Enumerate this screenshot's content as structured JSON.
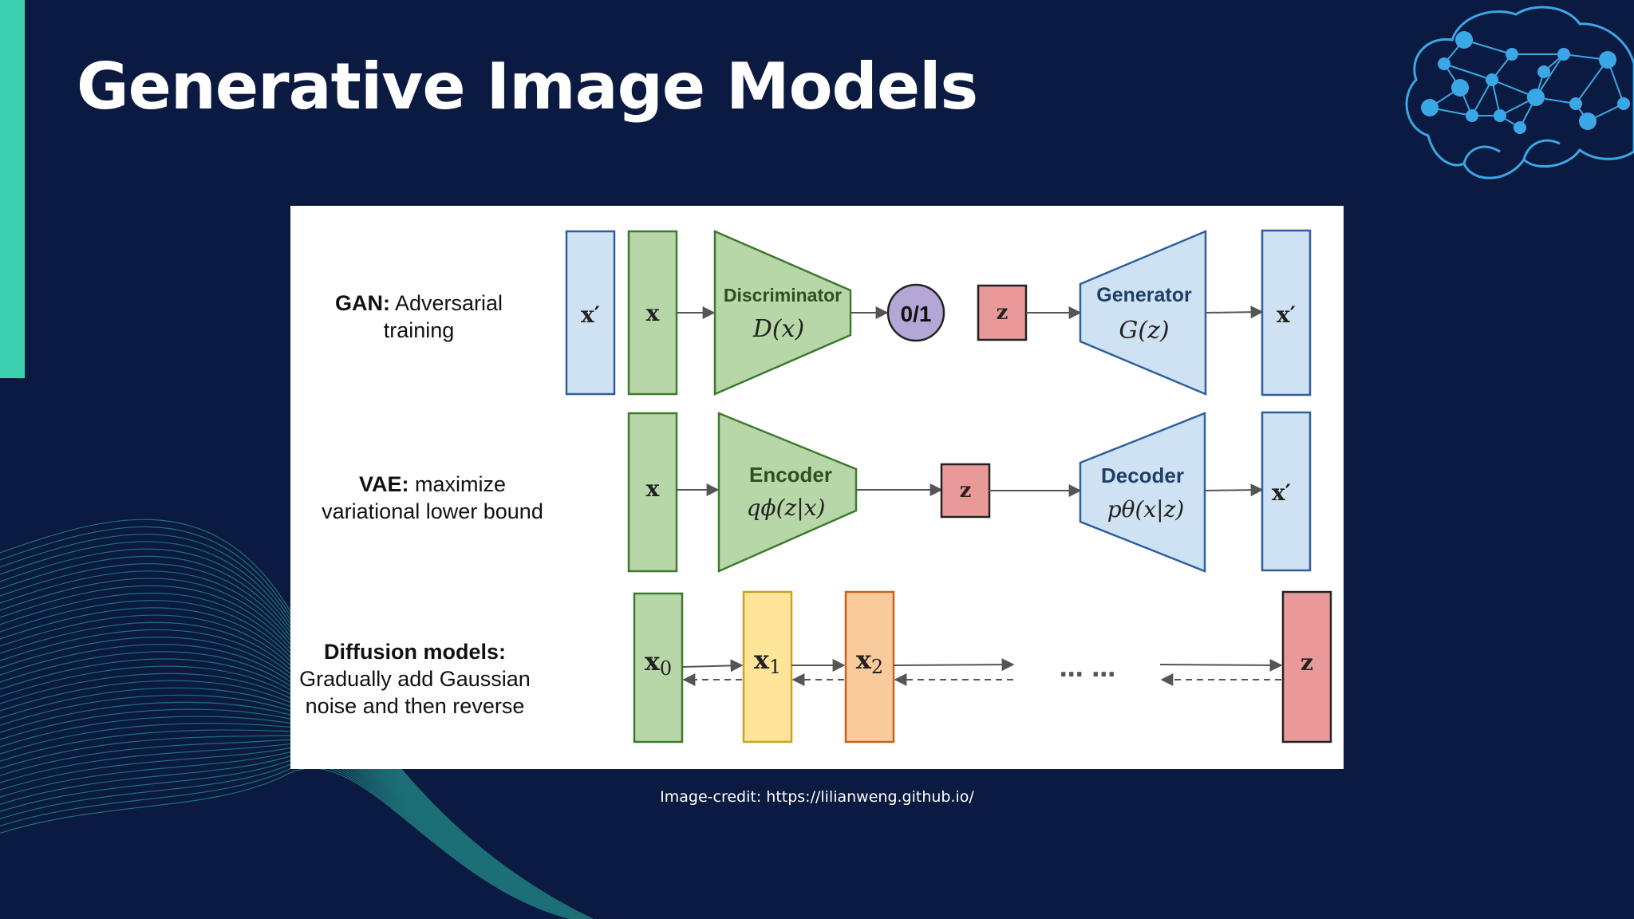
{
  "slide": {
    "title": "Generative Image Models",
    "credit": "Image-credit: https://lilianweng.github.io/"
  },
  "colors": {
    "background": "#0b1a40",
    "accent": "#3ccfb0",
    "green": "#b7d7a8",
    "blue": "#cfe2f3",
    "red": "#ea9999",
    "yellow": "#ffe599",
    "orange": "#f9cb9c",
    "purple": "#b4a7d6"
  },
  "rows": {
    "gan": {
      "label_bold": "GAN:",
      "label_rest": " Adversarial",
      "label_line2": "training",
      "x_prime": "x′",
      "x": "x",
      "discriminator_title": "Discriminator",
      "discriminator_fn": "D(x)",
      "output": "0/1",
      "z": "z",
      "generator_title": "Generator",
      "generator_fn": "G(z)",
      "out": "x′"
    },
    "vae": {
      "label_bold": "VAE:",
      "label_rest": " maximize",
      "label_line2": "variational lower bound",
      "x": "x",
      "encoder_title": "Encoder",
      "encoder_fn": "qϕ(z|x)",
      "z": "z",
      "decoder_title": "Decoder",
      "decoder_fn": "pθ(x|z)",
      "out": "x′"
    },
    "diffusion": {
      "label_bold": "Diffusion models:",
      "label_line2": "Gradually add Gaussian",
      "label_line3": "noise and then reverse",
      "x0": "x0",
      "x1": "x1",
      "x2": "x2",
      "ellipsis": "… …",
      "z": "z"
    }
  }
}
